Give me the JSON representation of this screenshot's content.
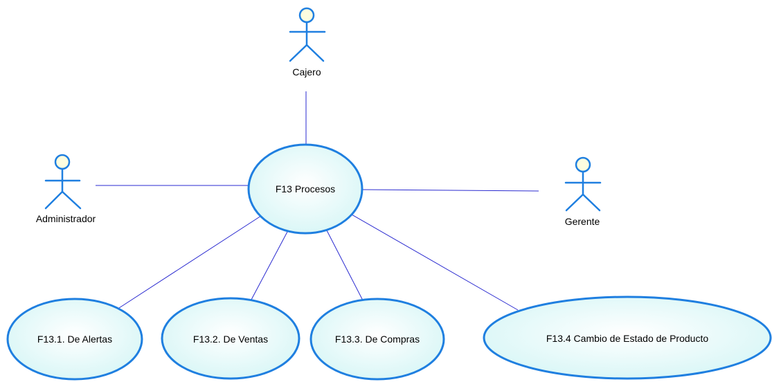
{
  "actors": {
    "cajero": "Cajero",
    "administrador": "Administrador",
    "gerente": "Gerente"
  },
  "use_cases": {
    "main": "F13 Procesos",
    "alertas": "F13.1. De Alertas",
    "ventas": "F13.2. De Ventas",
    "compras": "F13.3. De Compras",
    "cambio_estado": "F13.4 Cambio de Estado de Producto"
  },
  "colors": {
    "outline": "#1f7fe0",
    "association": "#2a2ad0",
    "use_case_fill": "#e6fbfb",
    "actor_head_fill": "#fdfde0"
  }
}
